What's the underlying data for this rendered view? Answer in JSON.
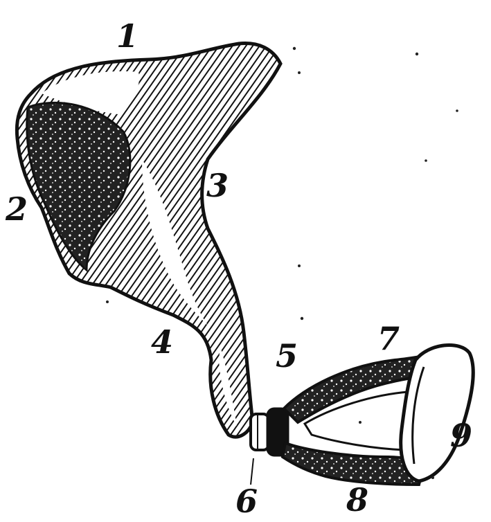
{
  "figure": {
    "ink_color": "#111111",
    "paper_color": "#ffffff",
    "labels": [
      {
        "id": "1",
        "text": "1"
      },
      {
        "id": "2",
        "text": "2"
      },
      {
        "id": "3",
        "text": "3"
      },
      {
        "id": "4",
        "text": "4"
      },
      {
        "id": "5",
        "text": "5"
      },
      {
        "id": "6",
        "text": "6"
      },
      {
        "id": "7",
        "text": "7"
      },
      {
        "id": "8",
        "text": "8"
      },
      {
        "id": "9",
        "text": "9"
      }
    ]
  }
}
